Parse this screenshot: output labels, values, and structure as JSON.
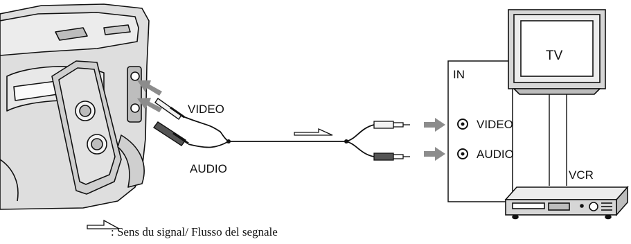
{
  "camera": {
    "video_label": "VIDEO",
    "audio_label": "AUDIO"
  },
  "panel": {
    "in_label": "IN",
    "video_label": "VIDEO",
    "audio_label": "AUDIO"
  },
  "tv": {
    "label": "TV"
  },
  "vcr": {
    "label": "VCR"
  },
  "legend": {
    "text": ": Sens du signal/ Flusso del segnale"
  },
  "colors": {
    "arrow": "#8c8c8c",
    "line": "#111111",
    "body": "#dcdcdc"
  }
}
